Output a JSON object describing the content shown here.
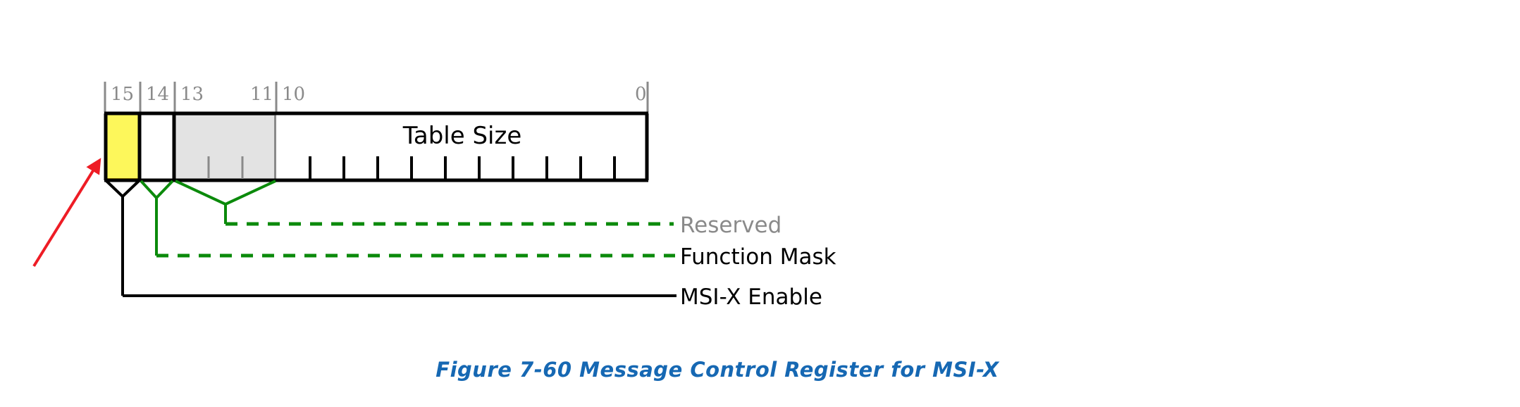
{
  "figure": {
    "caption": "Figure  7-60  Message Control Register for MSI-X",
    "caption_color": "#1668b3"
  },
  "register": {
    "name": "Message Control Register for MSI-X",
    "width_bits": 16,
    "msb_label": "15",
    "lsb_label": "0",
    "bit_ruler_labels": [
      "15",
      "14",
      "13",
      "11",
      "10",
      "0"
    ],
    "fields": [
      {
        "name": "msix-enable",
        "bit_range": "15",
        "label": "MSI-X Enable",
        "fill": "#fdf75b",
        "highlighted": true,
        "label_color": "#000000",
        "leader_style": "solid",
        "leader_color": "#000000"
      },
      {
        "name": "function-mask",
        "bit_range": "14",
        "label": "Function Mask",
        "fill": "#ffffff",
        "highlighted": false,
        "label_color": "#000000",
        "leader_style": "dashed",
        "leader_color": "#0b8a0b"
      },
      {
        "name": "reserved",
        "bit_range": "13:11",
        "label": "Reserved",
        "fill": "#e3e3e3",
        "highlighted": false,
        "label_color": "#8a8a8a",
        "leader_style": "dashed",
        "leader_color": "#0b8a0b"
      },
      {
        "name": "table-size",
        "bit_range": "10:0",
        "label": "Table Size",
        "fill": "#ffffff",
        "highlighted": false,
        "label_color": "#000000",
        "leader_style": "none",
        "leader_color": ""
      }
    ]
  },
  "annotation": {
    "arrow": {
      "name": "red-pointer-arrow",
      "color": "#ee1c25",
      "points_to": "msix-enable"
    }
  },
  "colors": {
    "highlight_yellow": "#fdf75b",
    "reserved_gray": "#e3e3e3",
    "leader_green": "#0b8a0b",
    "ruler_gray": "#8a8a8a",
    "caption_blue": "#1668b3",
    "arrow_red": "#ee1c25",
    "outline_black": "#000000"
  }
}
